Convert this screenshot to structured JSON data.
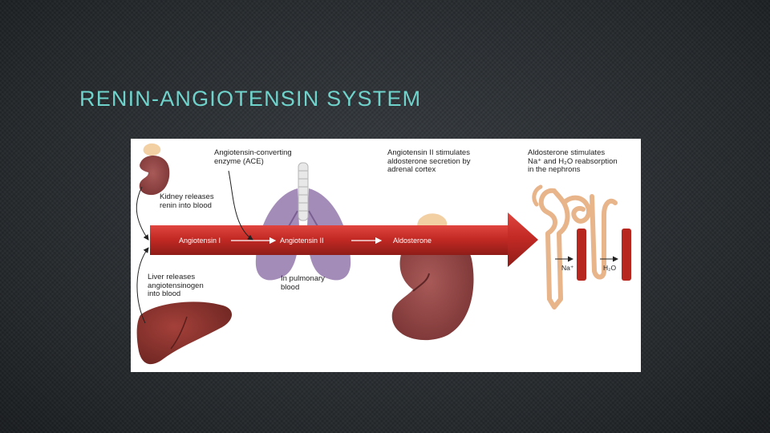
{
  "slide": {
    "title": "RENIN-ANGIOTENSIN SYSTEM"
  },
  "figure": {
    "labels": {
      "kidney_releases": "Kidney releases\nrenin into blood",
      "ace": "Angiotensin-converting\nenzyme (ACE)",
      "angiotensin_ii_stimulates": "Angiotensin II stimulates\naldosterone secretion by\nadrenal cortex",
      "aldosterone_stimulates": "Aldosterone stimulates\nNa⁺ and H₂O reabsorption\nin the nephrons",
      "liver_releases": "Liver releases\nangiotensinogen\ninto blood",
      "in_pulmonary_blood": "In pulmonary\nblood"
    },
    "flow": {
      "angiotensin_i": "Angiotensin I",
      "angiotensin_ii": "Angiotensin II",
      "aldosterone": "Aldosterone"
    },
    "ions": {
      "sodium": "Na⁺",
      "water": "H₂O"
    },
    "colors": {
      "title": "#6fd3cc",
      "arrow": "#c42a25",
      "organ": "#8f3f3f",
      "lung": "#9a7fb0",
      "adrenal": "#f2d0a4"
    }
  }
}
